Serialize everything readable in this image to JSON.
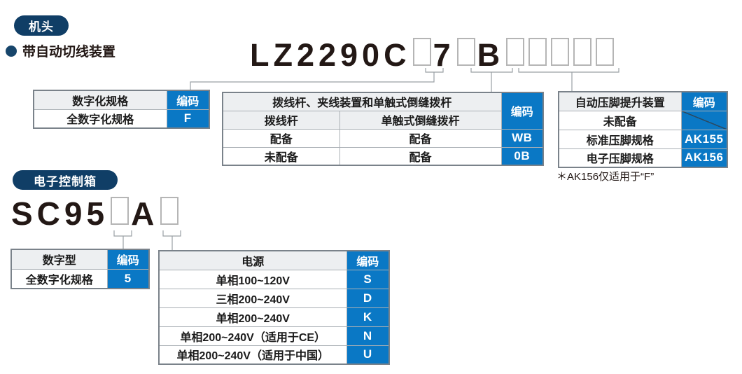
{
  "colors": {
    "accent_blue": "#0a78c5",
    "badge_navy": "#103e66",
    "header_gray": "#edeff1",
    "text_dark": "#231815"
  },
  "section_head": {
    "badge_label": "机头",
    "bullet_note": "带自动切线装置",
    "model_tokens": [
      "LZ2290C",
      "□",
      "7",
      "□",
      "B",
      "□",
      "□",
      "□",
      "□",
      "□"
    ]
  },
  "section_box": {
    "badge_label": "电子控制箱",
    "model_tokens": [
      "SC95",
      "□",
      "A",
      "□"
    ]
  },
  "tables": {
    "spec_head": {
      "rows": [
        [
          {
            "t": "数字化规格",
            "c": "gh"
          },
          {
            "t": "编码",
            "c": "ch"
          }
        ],
        [
          {
            "t": "全数字化规格",
            "c": "lb"
          },
          {
            "t": "F",
            "c": "cv"
          }
        ]
      ]
    },
    "wiper": {
      "rows": [
        [
          {
            "t": "拨线杆、夹线装置和单触式倒缝拨杆",
            "c": "gh",
            "colspan": 2
          },
          {
            "t": "编码",
            "c": "ch",
            "rowspan": 2
          }
        ],
        [
          {
            "t": "拨线杆",
            "c": "gh"
          },
          {
            "t": "单触式倒缝拨杆",
            "c": "gh"
          }
        ],
        [
          {
            "t": "配备",
            "c": "lb"
          },
          {
            "t": "配备",
            "c": "lb"
          },
          {
            "t": "WB",
            "c": "cv"
          }
        ],
        [
          {
            "t": "未配备",
            "c": "lb"
          },
          {
            "t": "配备",
            "c": "lb"
          },
          {
            "t": "0B",
            "c": "cv"
          }
        ]
      ]
    },
    "auto_lifter": {
      "rows": [
        [
          {
            "t": "自动压脚提升装置",
            "c": "gh"
          },
          {
            "t": "编码",
            "c": "ch"
          }
        ],
        [
          {
            "t": "未配备",
            "c": "lb"
          },
          {
            "t": "",
            "c": "cv diag"
          }
        ],
        [
          {
            "t": "标准压脚规格",
            "c": "lb"
          },
          {
            "t": "AK155",
            "c": "cv"
          }
        ],
        [
          {
            "t": "电子压脚规格",
            "c": "lb"
          },
          {
            "t": "AK156",
            "c": "cv"
          }
        ]
      ],
      "footnote": "＊AK156仅适用于“F”"
    },
    "digital_type": {
      "rows": [
        [
          {
            "t": "数字型",
            "c": "gh"
          },
          {
            "t": "编码",
            "c": "ch"
          }
        ],
        [
          {
            "t": "全数字化规格",
            "c": "lb"
          },
          {
            "t": "5",
            "c": "cv"
          }
        ]
      ]
    },
    "power": {
      "rows": [
        [
          {
            "t": "电源",
            "c": "gh"
          },
          {
            "t": "编码",
            "c": "ch"
          }
        ],
        [
          {
            "t": "单相100~120V",
            "c": "lb"
          },
          {
            "t": "S",
            "c": "cv"
          }
        ],
        [
          {
            "t": "三相200~240V",
            "c": "lb"
          },
          {
            "t": "D",
            "c": "cv"
          }
        ],
        [
          {
            "t": "单相200~240V",
            "c": "lb"
          },
          {
            "t": "K",
            "c": "cv"
          }
        ],
        [
          {
            "t": "单相200~240V（适用于CE）",
            "c": "lb"
          },
          {
            "t": "N",
            "c": "cv"
          }
        ],
        [
          {
            "t": "单相200~240V（适用于中国）",
            "c": "lb"
          },
          {
            "t": "U",
            "c": "cv"
          }
        ]
      ]
    }
  }
}
